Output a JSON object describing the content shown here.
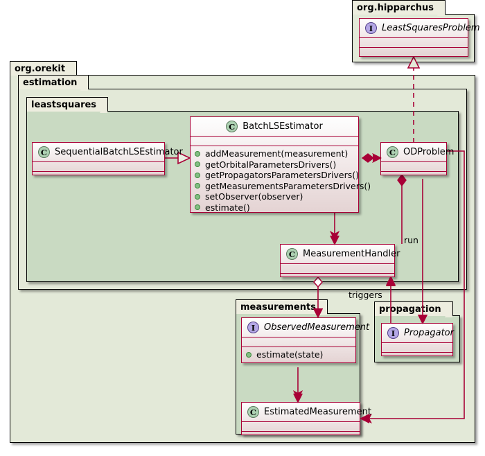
{
  "diagram": {
    "title": "Orekit batch least squares estimation class diagram",
    "type": "uml-class-diagram",
    "background": "#FFFFFF",
    "colors": {
      "class_border": "#A80036",
      "class_fill_top": "#FEFEFE",
      "class_fill_bottom": "#E4D3D3",
      "package_border": "#000000",
      "package_tab_fill": "#EDEDDF",
      "package_body_outer": "#E3E9D8",
      "package_body_inner": "#C9DAC2",
      "class_stereotype_fill": "#ADD1B2",
      "interface_stereotype_fill": "#B4A7E5",
      "member_bullet": "#84BE84",
      "connector": "#A80036"
    }
  },
  "packages": {
    "hipparchus": {
      "name": "org.hipparchus"
    },
    "orekit": {
      "name": "org.orekit"
    },
    "estimation": {
      "name": "estimation"
    },
    "leastsquares": {
      "name": "leastsquares"
    },
    "measurements": {
      "name": "measurements"
    },
    "propagation": {
      "name": "propagation"
    }
  },
  "classes": {
    "least_squares_problem": {
      "name": "LeastSquaresProblem",
      "stereotype": "I",
      "kind": "interface",
      "members": []
    },
    "batch_ls_estimator": {
      "name": "BatchLSEstimator",
      "stereotype": "C",
      "kind": "class",
      "members": [
        "addMeasurement(measurement)",
        "getOrbitalParametersDrivers()",
        "getPropagatorsParametersDrivers()",
        "getMeasurementsParametersDrivers()",
        "setObserver(observer)",
        "estimate()"
      ]
    },
    "sequential_batch_ls_estimator": {
      "name": "SequentialBatchLSEstimator",
      "stereotype": "C",
      "kind": "class",
      "members": []
    },
    "od_problem": {
      "name": "ODProblem",
      "stereotype": "C",
      "kind": "class",
      "members": []
    },
    "measurement_handler": {
      "name": "MeasurementHandler",
      "stereotype": "C",
      "kind": "class",
      "members": []
    },
    "observed_measurement": {
      "name": "ObservedMeasurement",
      "stereotype": "I",
      "kind": "interface",
      "members": [
        "estimate(state)"
      ]
    },
    "estimated_measurement": {
      "name": "EstimatedMeasurement",
      "stereotype": "C",
      "kind": "class",
      "members": []
    },
    "propagator": {
      "name": "Propagator",
      "stereotype": "I",
      "kind": "interface",
      "members": []
    }
  },
  "edge_labels": {
    "run": "run",
    "triggers": "triggers"
  },
  "relations": [
    {
      "from": "ODProblem",
      "to": "LeastSquaresProblem",
      "type": "implements",
      "style": "dashed",
      "arrow": "hollow-triangle"
    },
    {
      "from": "SequentialBatchLSEstimator",
      "to": "BatchLSEstimator",
      "type": "extends",
      "style": "solid",
      "arrow": "hollow-triangle"
    },
    {
      "from": "BatchLSEstimator",
      "to": "ODProblem",
      "type": "composition",
      "style": "solid",
      "arrow": "filled-diamond"
    },
    {
      "from": "BatchLSEstimator",
      "to": "MeasurementHandler",
      "type": "association",
      "style": "solid",
      "arrow": "filled-arrow"
    },
    {
      "from": "ODProblem",
      "to": "MeasurementHandler",
      "type": "composition",
      "style": "solid",
      "arrow": "filled-diamond"
    },
    {
      "from": "MeasurementHandler",
      "to": "ObservedMeasurement",
      "type": "aggregation",
      "style": "solid",
      "arrow": "hollow-diamond"
    },
    {
      "from": "ODProblem",
      "to": "Propagator",
      "type": "association",
      "style": "solid",
      "arrow": "filled-arrow",
      "label": "run"
    },
    {
      "from": "Propagator",
      "to": "MeasurementHandler",
      "type": "association",
      "style": "solid",
      "arrow": "filled-arrow",
      "label": "triggers"
    },
    {
      "from": "ObservedMeasurement",
      "to": "EstimatedMeasurement",
      "type": "association",
      "style": "solid",
      "arrow": "filled-arrow"
    },
    {
      "from": "ODProblem",
      "to": "EstimatedMeasurement",
      "type": "association",
      "style": "solid",
      "arrow": "filled-arrow"
    }
  ]
}
